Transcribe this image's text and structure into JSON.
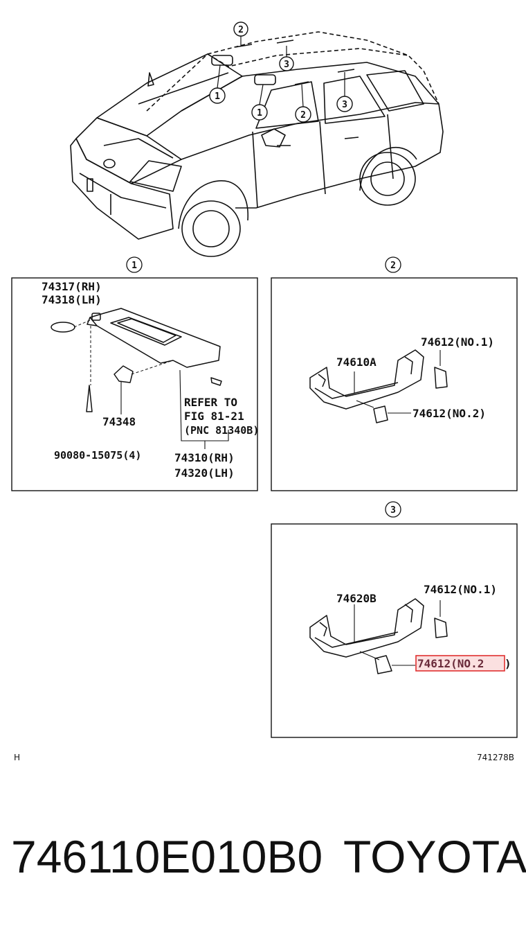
{
  "callouts": {
    "one": "1",
    "two": "2",
    "three": "3"
  },
  "panel1": {
    "visor_rh": "74317(RH)",
    "visor_lh": "74318(LH)",
    "holder": "74348",
    "screw": "90080-15075(4)",
    "refer_1": "REFER TO",
    "refer_2": "FIG 81-21",
    "refer_3": "(PNC 81340B)",
    "assy_rh": "74310(RH)",
    "assy_lh": "74320(LH)"
  },
  "panel2": {
    "grip": "74610A",
    "cover_no1": "74612(NO.1)",
    "cover_no2": "74612(NO.2)"
  },
  "panel3": {
    "grip": "74620B",
    "cover_no1": "74612(NO.1)",
    "cover_no2": "74612(NO.2",
    "cover_no2_suffix": ")"
  },
  "corner_left": "H",
  "corner_right": "741278B",
  "part_number": "746110E010B0",
  "brand": "TOYOTA",
  "highlight_color": "#e03030"
}
